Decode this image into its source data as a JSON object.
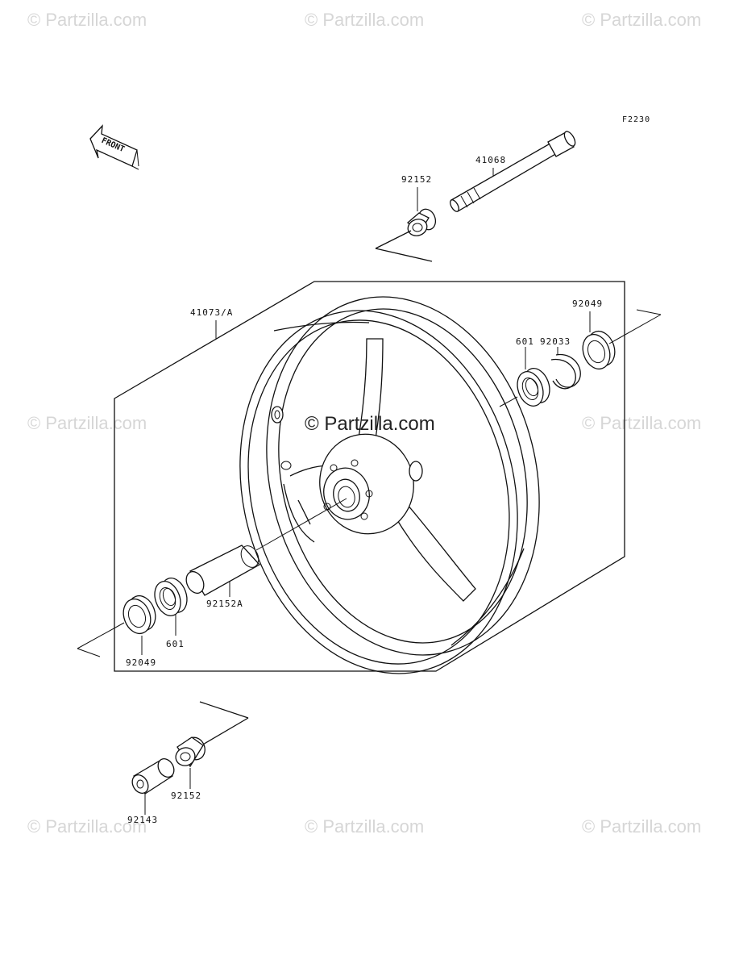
{
  "watermark": "© Partzilla.com",
  "watermark_center": "© Partzilla.com",
  "figure_code": "F2230",
  "front_label": "FRONT",
  "parts": {
    "axle": "41068",
    "collar_top": "92152",
    "wheel": "41073/A",
    "seal_right": "92049",
    "circlip": "92033",
    "bearing_right": "601",
    "spacer": "92152A",
    "bearing_left": "601",
    "seal_left": "92049",
    "sleeve_bottom": "92143",
    "collar_bottom": "92152"
  }
}
